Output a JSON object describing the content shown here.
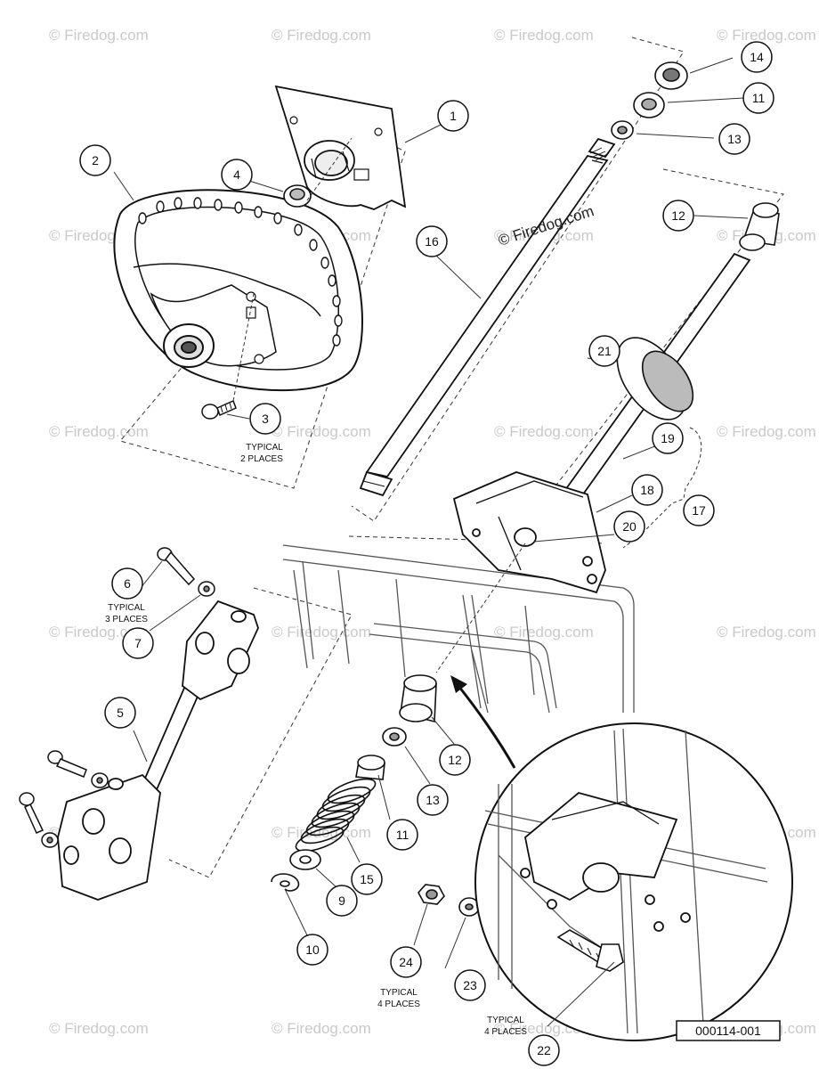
{
  "watermark_text": "© Firedog.com",
  "center_watermark": "© Firedog.com",
  "drawing_reference": "000114-001",
  "callouts": [
    "1",
    "2",
    "3",
    "4",
    "5",
    "6",
    "7",
    "9",
    "10",
    "11",
    "12",
    "13",
    "14",
    "15",
    "16",
    "17",
    "18",
    "19",
    "20",
    "21",
    "22",
    "23",
    "24",
    "11",
    "12",
    "13",
    "12",
    "11",
    "13"
  ],
  "notes": {
    "note_3_line1": "TYPICAL",
    "note_3_line2": "2 PLACES",
    "note_6_line1": "TYPICAL",
    "note_6_line2": "3 PLACES",
    "note_24_line1": "TYPICAL",
    "note_24_line2": "4 PLACES",
    "note_22_line1": "TYPICAL",
    "note_22_line2": "4 PLACES"
  }
}
